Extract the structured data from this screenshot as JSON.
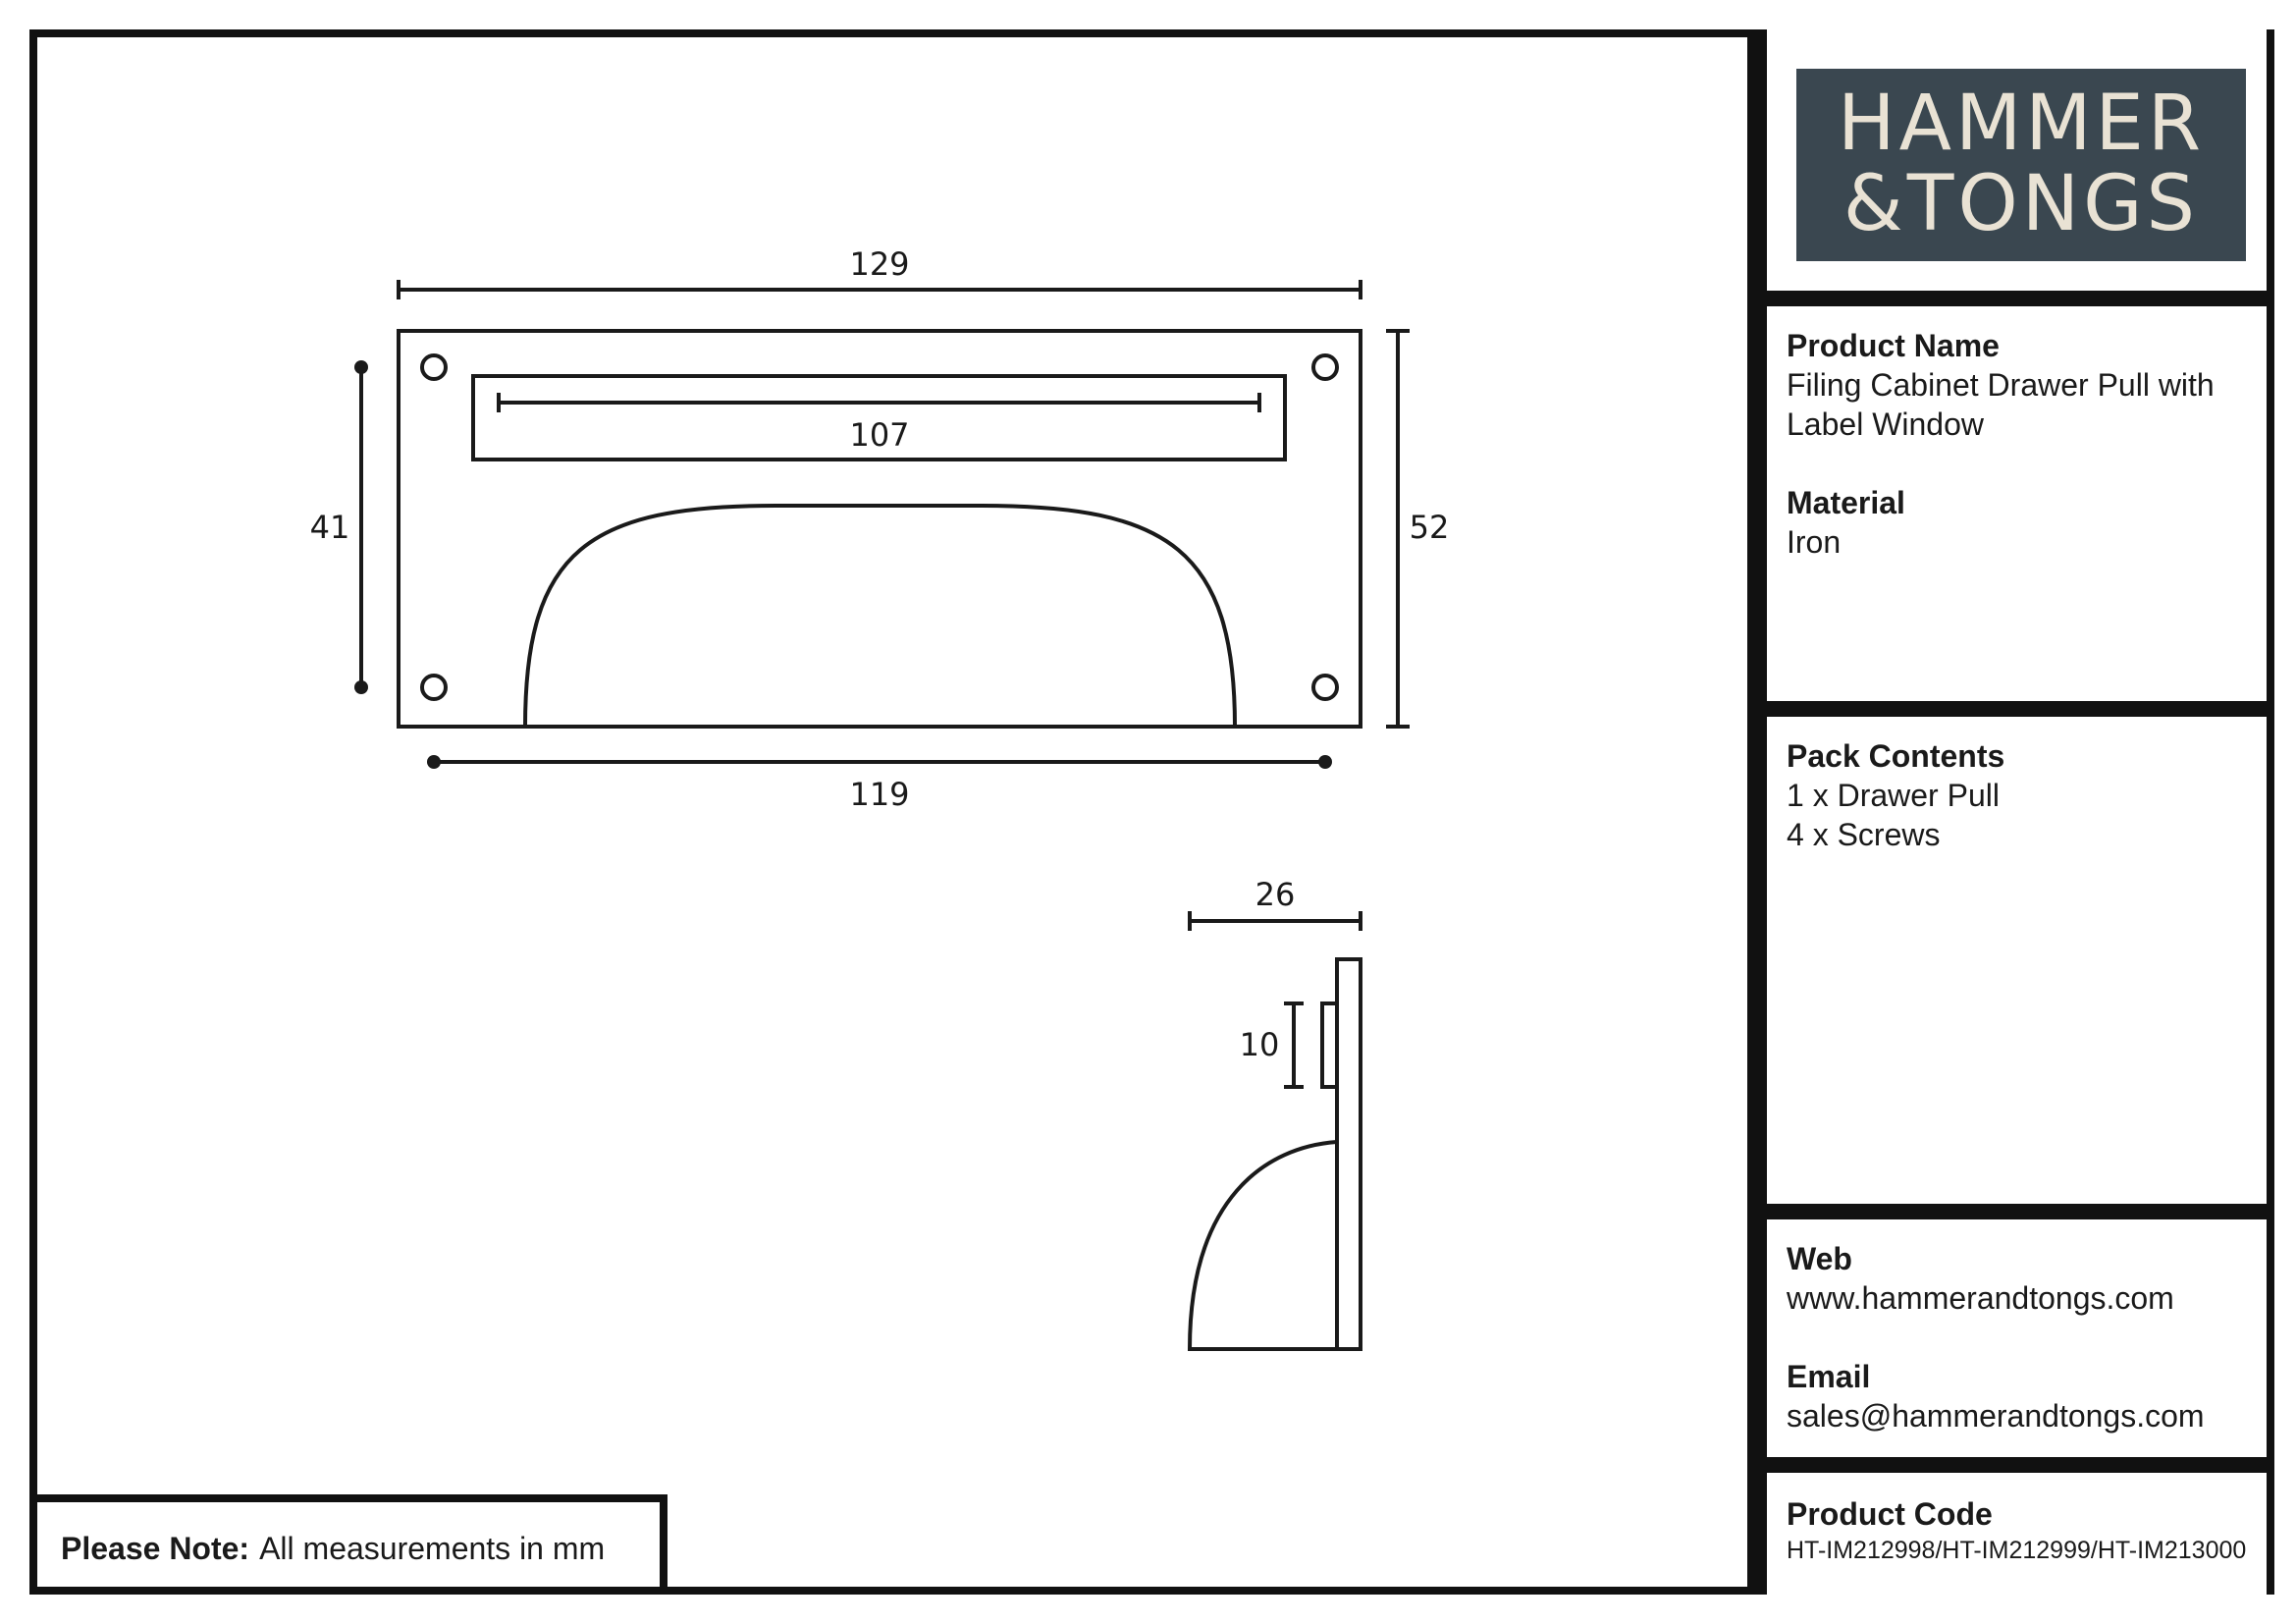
{
  "brand": {
    "line1": "HAMMER",
    "line2": "&TONGS"
  },
  "product": {
    "name_label": "Product Name",
    "name_value": "Filing Cabinet Drawer Pull with Label Window",
    "material_label": "Material",
    "material_value": "Iron"
  },
  "pack": {
    "label": "Pack Contents",
    "items": [
      "1 x Drawer Pull",
      "4 x Screws"
    ]
  },
  "contact": {
    "web_label": "Web",
    "web_value": "www.hammerandtongs.com",
    "email_label": "Email",
    "email_value": "sales@hammerandtongs.com"
  },
  "code": {
    "label": "Product Code",
    "value": "HT-IM212998/HT-IM212999/HT-IM213000"
  },
  "note": {
    "label": "Please Note:",
    "text": "All measurements in mm"
  },
  "dimensions": {
    "overall_width": "129",
    "window_width": "107",
    "hole_height": "41",
    "overall_height": "52",
    "hole_spacing": "119",
    "depth": "26",
    "window_depth": "10"
  }
}
